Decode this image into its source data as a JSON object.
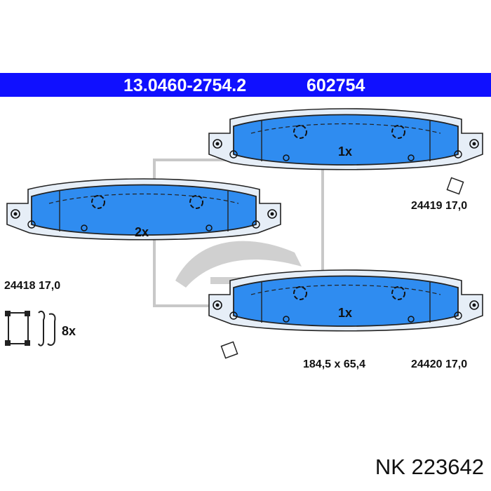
{
  "header": {
    "part_number": "13.0460-2754.2",
    "ref_number": "602754"
  },
  "pads": [
    {
      "qty": "1x",
      "code": "24419",
      "thickness": "17,0"
    },
    {
      "qty": "2x",
      "code": "24418",
      "thickness": "17,0"
    },
    {
      "qty": "1x",
      "code": "24420",
      "thickness": "17,0"
    }
  ],
  "dimensions": "184,5 x 65,4",
  "clips": {
    "qty": "8x"
  },
  "footer": "NK 223642",
  "colors": {
    "header_band": "#1010ff",
    "pad_fill": "#2f8cf0",
    "outline": "#222222",
    "watermark": "#c8c8c8"
  }
}
